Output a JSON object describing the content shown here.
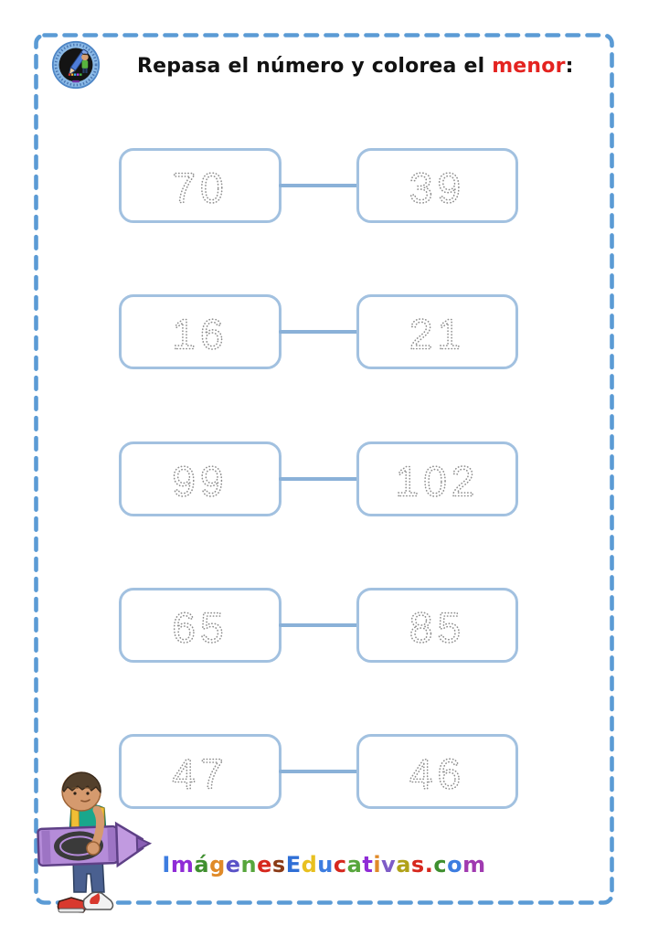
{
  "title": {
    "prefix": "Repasa el número y colorea el ",
    "highlight": "menor",
    "colon": ":"
  },
  "rows": [
    {
      "left": "70",
      "right": "39"
    },
    {
      "left": "16",
      "right": "21"
    },
    {
      "left": "99",
      "right": "102"
    },
    {
      "left": "65",
      "right": "85"
    },
    {
      "left": "47",
      "right": "46"
    }
  ],
  "footer": {
    "site_text": "ImágenesEducativas.com",
    "site_letters": [
      {
        "ch": "I",
        "color": "#3d7de0"
      },
      {
        "ch": "m",
        "color": "#8f2bd6"
      },
      {
        "ch": "á",
        "color": "#3f8f2f"
      },
      {
        "ch": "g",
        "color": "#e08a28"
      },
      {
        "ch": "e",
        "color": "#5a52c7"
      },
      {
        "ch": "n",
        "color": "#57a63c"
      },
      {
        "ch": "e",
        "color": "#d6281e"
      },
      {
        "ch": "s",
        "color": "#8a3a16"
      },
      {
        "ch": "E",
        "color": "#2f6fd6"
      },
      {
        "ch": "d",
        "color": "#e8c020"
      },
      {
        "ch": "u",
        "color": "#3d7de0"
      },
      {
        "ch": "c",
        "color": "#d6281e"
      },
      {
        "ch": "a",
        "color": "#57a63c"
      },
      {
        "ch": "t",
        "color": "#8f2bd6"
      },
      {
        "ch": "i",
        "color": "#e08a28"
      },
      {
        "ch": "v",
        "color": "#7e5cc7"
      },
      {
        "ch": "a",
        "color": "#b0a118"
      },
      {
        "ch": "s",
        "color": "#d6281e"
      },
      {
        "ch": ".",
        "color": "#d6281e"
      },
      {
        "ch": "c",
        "color": "#3f8f2f"
      },
      {
        "ch": "o",
        "color": "#3d7de0"
      },
      {
        "ch": "m",
        "color": "#a03ab0"
      }
    ]
  },
  "icons": {
    "logo": "imagenes-educativas-logo",
    "illustration": "boy-with-crayon"
  },
  "colors": {
    "page_border": "#5b9bd5",
    "box_border": "#a2c1e0",
    "connector": "#8ab1d8",
    "digit": "#8f8f8f",
    "title_text": "#121212",
    "title_highlight": "#e42320"
  }
}
